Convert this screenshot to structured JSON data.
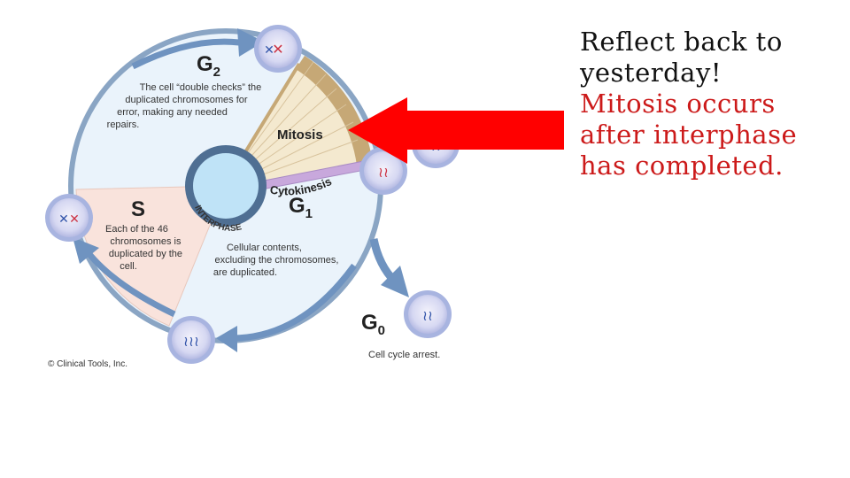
{
  "diagram": {
    "phases": {
      "g2": {
        "label": "G",
        "sub": "2",
        "desc": [
          "The cell “double checks” the",
          "duplicated chromosomes for",
          "error, making any needed",
          "repairs."
        ]
      },
      "s": {
        "label": "S",
        "desc": [
          "Each of the 46",
          "chromosomes is",
          "duplicated by the",
          "cell."
        ]
      },
      "g1": {
        "label": "G",
        "sub": "1",
        "desc": [
          "Cellular contents,",
          "excluding the chromosomes,",
          "are duplicated."
        ]
      },
      "g0": {
        "label": "G",
        "sub": "0",
        "desc": "Cell cycle arrest."
      }
    },
    "mitosis": "Mitosis",
    "cytokinesis": "Cytokinesis",
    "interphase": "INTERPHASE",
    "copyright": "© Clinical Tools, Inc.",
    "colors": {
      "ring": "#8aa5c4",
      "inner": "#eaf3fb",
      "s_fill": "#f9e3dc",
      "mitosis_fill": "#f4e9cf",
      "mitosis_border": "#c6a876",
      "cytokinesis": "#c8a8dc",
      "nucleus": "#bfe3f7",
      "arrow": "#6f93c0",
      "pointer": "#ff0000"
    }
  },
  "slide": {
    "lines": [
      {
        "text": "Reflect back to",
        "color": "black"
      },
      {
        "text": "yesterday!",
        "color": "black"
      },
      {
        "text": "Mitosis occurs",
        "color": "red"
      },
      {
        "text": "after interphase",
        "color": "red"
      },
      {
        "text": "has completed.",
        "color": "red"
      }
    ]
  }
}
